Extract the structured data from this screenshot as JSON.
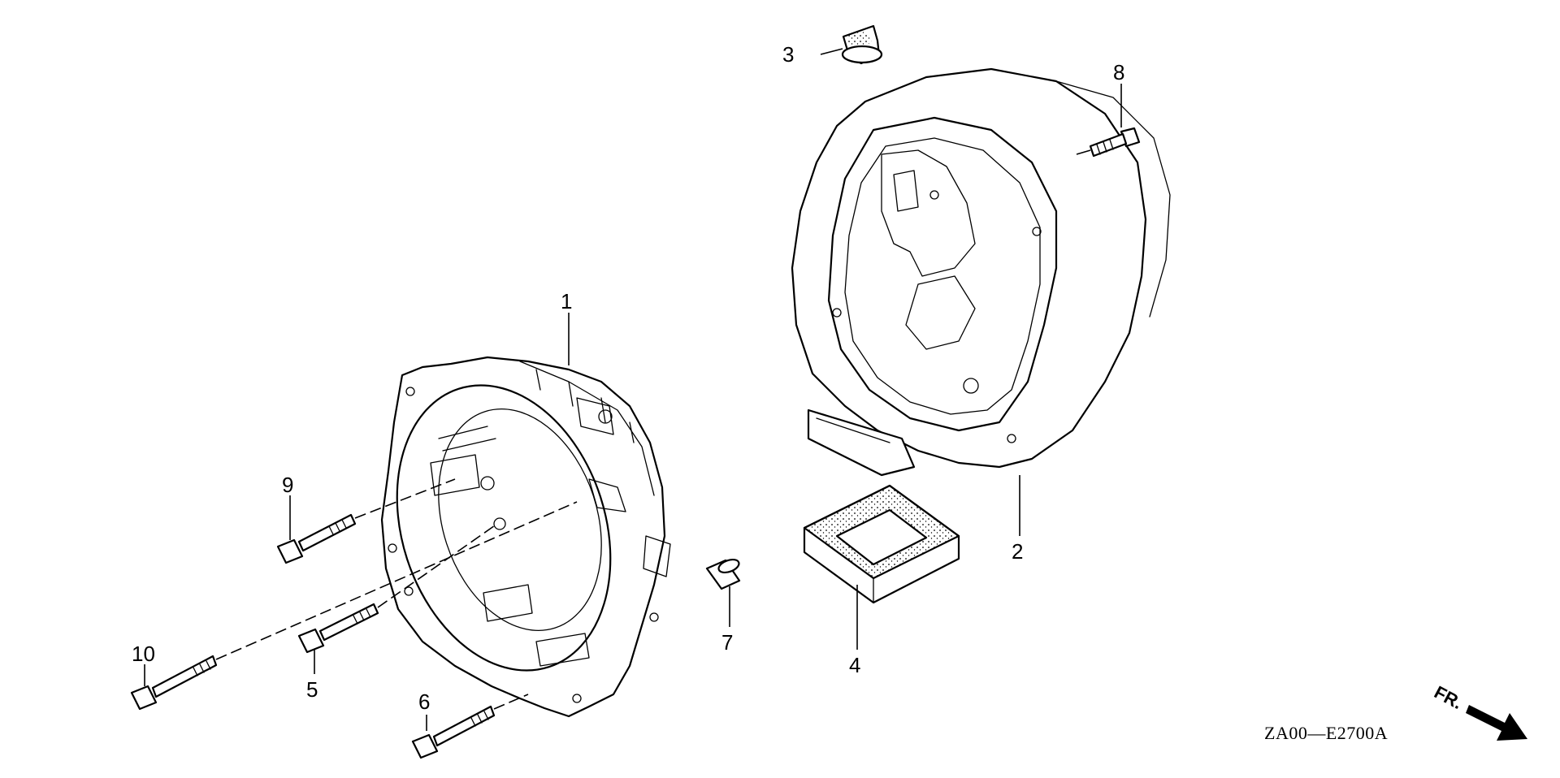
{
  "diagram": {
    "callouts": [
      {
        "id": "1",
        "label": "1"
      },
      {
        "id": "2",
        "label": "2"
      },
      {
        "id": "3",
        "label": "3"
      },
      {
        "id": "4",
        "label": "4"
      },
      {
        "id": "5",
        "label": "5"
      },
      {
        "id": "6",
        "label": "6"
      },
      {
        "id": "7",
        "label": "7"
      },
      {
        "id": "8",
        "label": "8"
      },
      {
        "id": "9",
        "label": "9"
      },
      {
        "id": "10",
        "label": "10"
      }
    ],
    "drawing_code": "ZA00—E2700A",
    "direction_label": "FR.",
    "icons": {
      "direction": "arrow-right-down-icon"
    }
  }
}
